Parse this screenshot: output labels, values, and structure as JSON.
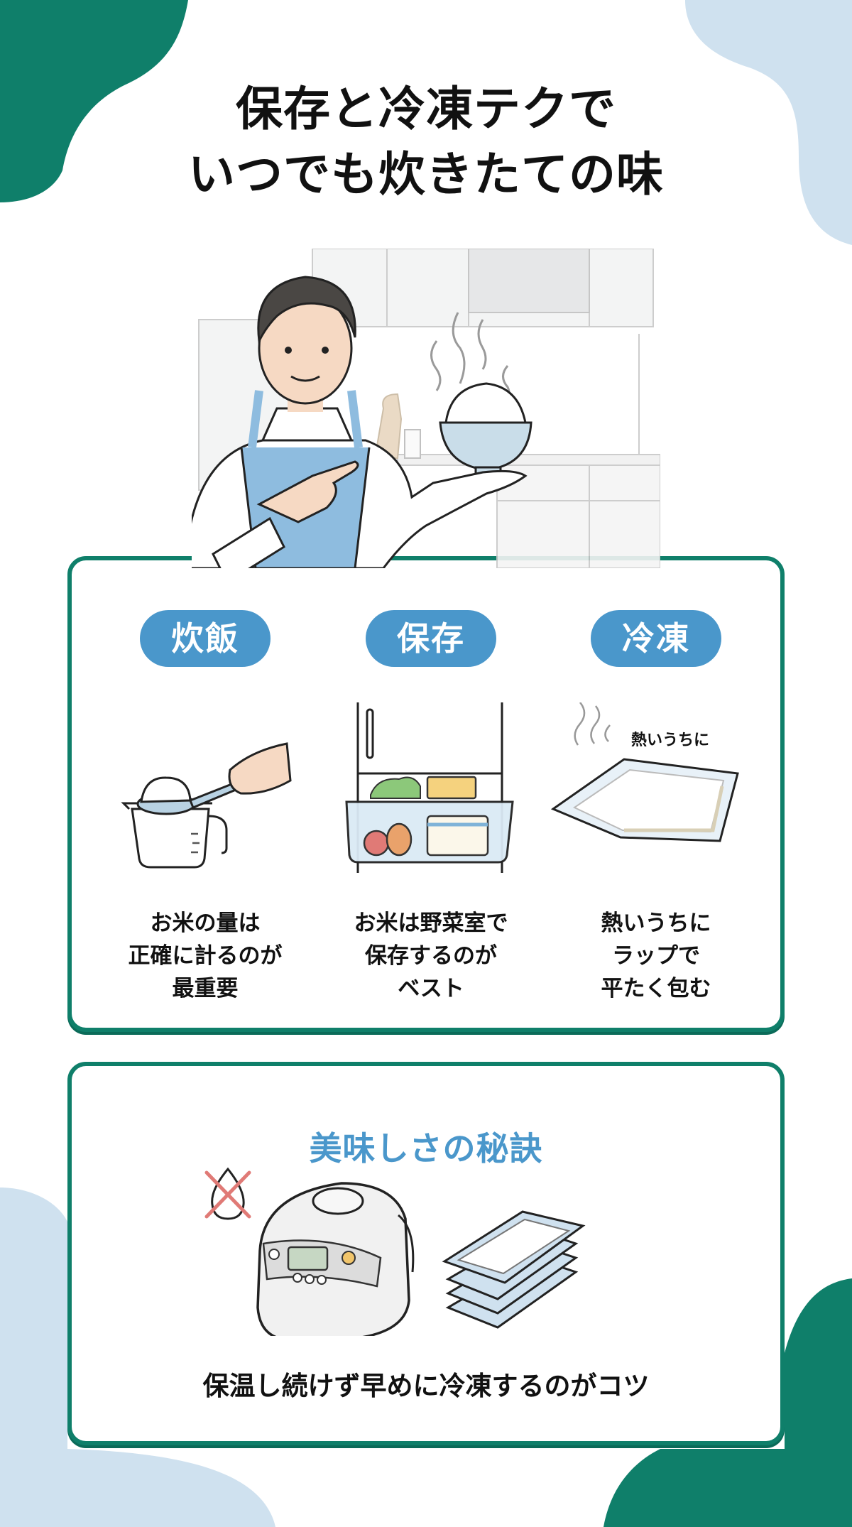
{
  "title": {
    "line1": "保存と冷凍テクで",
    "line2": "いつでも炊きたての味"
  },
  "hero": {
    "description": "man in apron pointing to steaming bowl of rice in kitchen"
  },
  "steps": [
    {
      "label": "炊飯",
      "icon": "measuring-cup-rice-icon",
      "caption_lines": [
        "お米の量は",
        "正確に計るのが",
        "最重要"
      ]
    },
    {
      "label": "保存",
      "icon": "refrigerator-vegetable-drawer-icon",
      "caption_lines": [
        "お米は野菜室で",
        "保存するのが",
        "ベスト"
      ]
    },
    {
      "label": "冷凍",
      "icon": "wrapped-rice-icon",
      "annotation": "熱いうちに",
      "caption_lines": [
        "熱いうちに",
        "ラップで",
        "平たく包む"
      ]
    }
  ],
  "secret": {
    "title": "美味しさの秘訣",
    "icons": [
      "no-keep-warm-icon",
      "rice-cooker-icon",
      "frozen-rice-stack-icon"
    ],
    "caption": "保温し続けず早めに冷凍するのがコツ"
  },
  "colors": {
    "accent_green": "#0f7f6a",
    "accent_blue": "#4a97cb",
    "blob_light_blue": "#cfe1ef",
    "cross_red": "#e07a76",
    "text": "#111111",
    "background": "#ffffff"
  }
}
